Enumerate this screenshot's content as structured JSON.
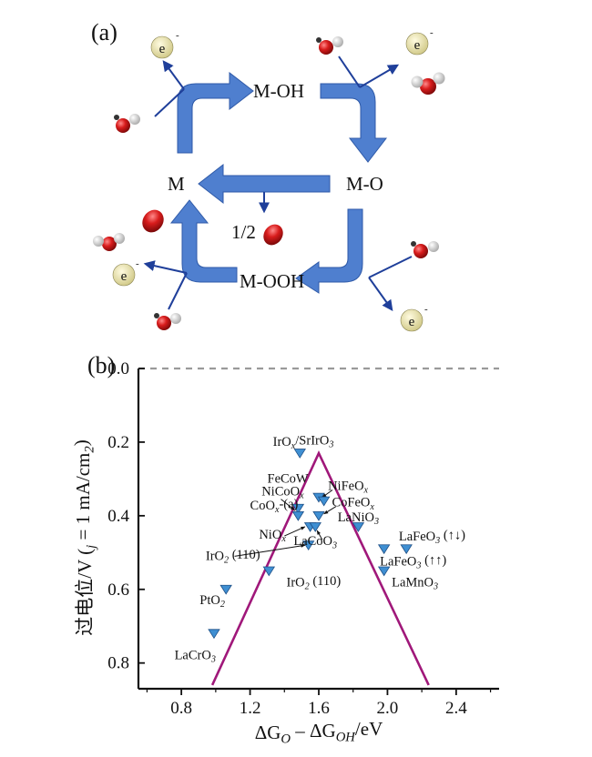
{
  "panel_a": {
    "label": "(a)",
    "nodes": {
      "m_oh": "M-OH",
      "m_o": "M-O",
      "m_ooh": "M-OOH",
      "m": "M",
      "half": "1/2"
    },
    "electron_symbol": "e",
    "electron_charge": "-",
    "colors": {
      "arrow": "#4f7fcf",
      "small_arrow": "#1f3f9a",
      "oxygen": "#d11f1f",
      "electron": "#ece6a8"
    }
  },
  "chart_data": {
    "type": "scatter",
    "panel_label": "(b)",
    "xlabel_parts": [
      "ΔG",
      "O",
      " – ΔG",
      "OH",
      "/eV"
    ],
    "ylabel_parts": [
      "过电位/V (",
      "j",
      " = 1 mA/cm",
      "2",
      ")"
    ],
    "xlim": [
      0.55,
      2.65
    ],
    "ylim": [
      0.0,
      0.87
    ],
    "y_inverted": true,
    "xticks": [
      0.8,
      1.2,
      1.6,
      2.0,
      2.4
    ],
    "yticks": [
      0.2,
      0.4,
      0.6,
      0.8
    ],
    "xtick_labels": [
      "0.8",
      "1.2",
      "1.6",
      "2.0",
      "2.4"
    ],
    "ytick_labels": [
      "0.0",
      "0.2",
      "0.4",
      "0.6",
      "0.8"
    ],
    "reference_line": {
      "y": 0.0,
      "style": "dashed",
      "color": "#9a9a9a"
    },
    "volcano": {
      "color": "#a0187a",
      "points": [
        [
          0.98,
          0.86
        ],
        [
          1.6,
          0.23
        ],
        [
          2.24,
          0.86
        ]
      ]
    },
    "marker_color": "#3f8fd2",
    "points": [
      {
        "x": 1.49,
        "y": 0.23
      },
      {
        "x": 1.6,
        "y": 0.35
      },
      {
        "x": 1.63,
        "y": 0.36
      },
      {
        "x": 1.48,
        "y": 0.38
      },
      {
        "x": 1.48,
        "y": 0.4
      },
      {
        "x": 1.6,
        "y": 0.4
      },
      {
        "x": 1.55,
        "y": 0.43
      },
      {
        "x": 1.58,
        "y": 0.43
      },
      {
        "x": 1.83,
        "y": 0.43
      },
      {
        "x": 1.54,
        "y": 0.48
      },
      {
        "x": 1.98,
        "y": 0.49
      },
      {
        "x": 2.11,
        "y": 0.49
      },
      {
        "x": 1.98,
        "y": 0.55
      },
      {
        "x": 1.31,
        "y": 0.55
      },
      {
        "x": 1.06,
        "y": 0.6
      },
      {
        "x": 0.99,
        "y": 0.72
      }
    ],
    "labels": [
      {
        "parts": [
          "IrO",
          "x",
          "/SrIrO",
          "3",
          ""
        ],
        "x": 1.51,
        "y": 0.21
      },
      {
        "parts": [
          "FeCoW"
        ],
        "x": 1.42,
        "y": 0.31
      },
      {
        "parts": [
          "NiFeO",
          "x"
        ],
        "x": 1.77,
        "y": 0.33
      },
      {
        "parts": [
          "NiCoO",
          "x"
        ],
        "x": 1.39,
        "y": 0.345
      },
      {
        "parts": [
          "CoFeO",
          "x"
        ],
        "x": 1.8,
        "y": 0.375
      },
      {
        "parts": [
          "CoO",
          "x",
          "-(a)"
        ],
        "x": 1.34,
        "y": 0.383
      },
      {
        "parts": [
          "LaNiO",
          "3"
        ],
        "x": 1.83,
        "y": 0.415
      },
      {
        "parts": [
          "NiO",
          "x"
        ],
        "x": 1.33,
        "y": 0.462
      },
      {
        "parts": [
          "LaCoO",
          "3"
        ],
        "x": 1.58,
        "y": 0.48
      },
      {
        "parts": [
          "LaFeO",
          "3",
          " (↑↓)"
        ],
        "x": 2.26,
        "y": 0.467
      },
      {
        "parts": [
          "IrO",
          "2",
          " (110)"
        ],
        "x": 1.1,
        "y": 0.52
      },
      {
        "parts": [
          "LaFeO",
          "3",
          " (↑↑)"
        ],
        "x": 2.15,
        "y": 0.535
      },
      {
        "parts": [
          "IrO",
          "2",
          " (110)"
        ],
        "x": 1.57,
        "y": 0.592
      },
      {
        "parts": [
          "LaMnO",
          "3"
        ],
        "x": 2.16,
        "y": 0.592
      },
      {
        "parts": [
          "PtO",
          "2"
        ],
        "x": 0.98,
        "y": 0.64
      },
      {
        "parts": [
          "LaCrO",
          "3"
        ],
        "x": 0.88,
        "y": 0.79
      }
    ],
    "pointer_arrows": [
      {
        "from": [
          1.38,
          0.355
        ],
        "to": [
          1.46,
          0.385
        ]
      },
      {
        "from": [
          1.4,
          0.455
        ],
        "to": [
          1.52,
          0.43
        ]
      },
      {
        "from": [
          1.62,
          0.465
        ],
        "to": [
          1.59,
          0.44
        ]
      },
      {
        "from": [
          1.68,
          0.33
        ],
        "to": [
          1.62,
          0.35
        ]
      },
      {
        "from": [
          1.7,
          0.375
        ],
        "to": [
          1.63,
          0.395
        ]
      },
      {
        "from": [
          1.11,
          0.51
        ],
        "to": [
          1.52,
          0.48
        ]
      }
    ]
  }
}
